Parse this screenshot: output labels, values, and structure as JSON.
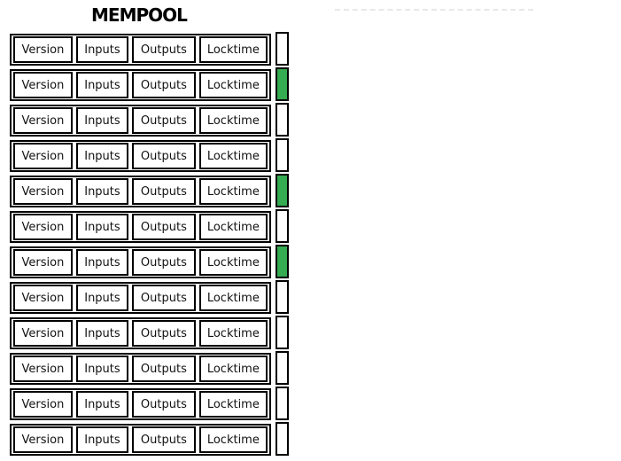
{
  "title": "MEMPOOL",
  "colors": {
    "green": "#35ab52",
    "white": "#ffffff",
    "border": "#000000",
    "text": "#111111",
    "dashed_line": "#e8e8e8"
  },
  "mempool": {
    "field_labels": [
      "Version",
      "Inputs",
      "Outputs",
      "Locktime"
    ],
    "transactions": [
      {
        "status_color": "white"
      },
      {
        "status_color": "green"
      },
      {
        "status_color": "white"
      },
      {
        "status_color": "white"
      },
      {
        "status_color": "green"
      },
      {
        "status_color": "white"
      },
      {
        "status_color": "green"
      },
      {
        "status_color": "white"
      },
      {
        "status_color": "white"
      },
      {
        "status_color": "white"
      },
      {
        "status_color": "white"
      },
      {
        "status_color": "white"
      }
    ]
  }
}
